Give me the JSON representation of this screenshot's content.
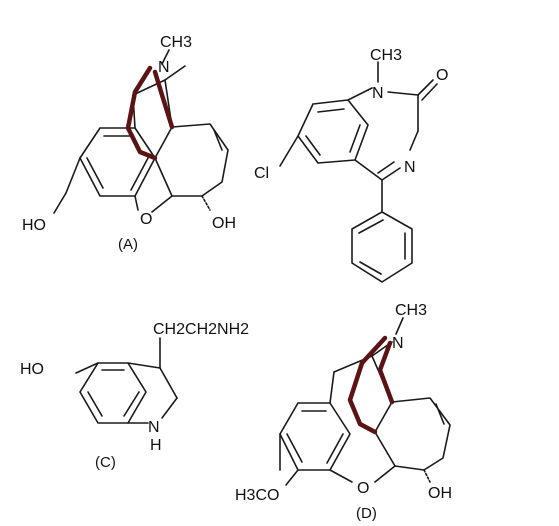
{
  "colors": {
    "bond": "#1a1a1a",
    "bridge": "#5a1414",
    "background": "#ffffff"
  },
  "structures": {
    "A": {
      "caption": "(A)",
      "methyl": "CH3",
      "nitrogen": "N",
      "oxygen": "O",
      "hydroxyl_left": "HO",
      "hydroxyl_right": "OH"
    },
    "B": {
      "methyl": "CH3",
      "nitrogen1": "N",
      "carbonyl_oxygen": "O",
      "nitrogen2": "N",
      "chlorine": "Cl"
    },
    "C": {
      "caption": "(C)",
      "hydroxyl": "HO",
      "side_chain": "CH2CH2NH2",
      "ring_nitrogen": "N",
      "ring_hydrogen": "H"
    },
    "D": {
      "caption": "(D)",
      "methyl": "CH3",
      "nitrogen": "N",
      "oxygen": "O",
      "methoxy": "H3CO",
      "hydroxyl": "OH"
    }
  }
}
